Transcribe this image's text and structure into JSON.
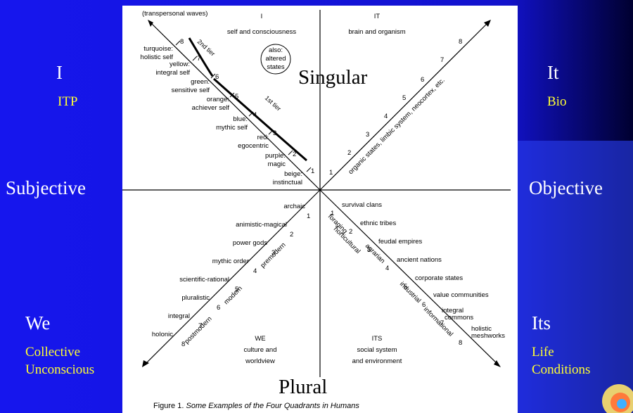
{
  "slide": {
    "upper_left": {
      "title": "I",
      "sub": "ITP"
    },
    "upper_right": {
      "title": "It",
      "sub": "Bio"
    },
    "lower_left": {
      "title": "We",
      "sub_line1": "Collective",
      "sub_line2": "Unconscious"
    },
    "lower_right": {
      "title": "Its",
      "sub_line1": "Life",
      "sub_line2": "Conditions"
    },
    "left_axis": "Subjective",
    "right_axis": "Objective",
    "top_overlay": "Singular",
    "bottom_overlay": "Plural",
    "colors": {
      "background": "#1414e6",
      "dark_corner": "#000044",
      "text": "#ffffff",
      "highlight": "#ffff33"
    }
  },
  "figure": {
    "caption_prefix": "Figure 1.",
    "caption_title": "Some Examples of the Four Quadrants in Humans",
    "quadrants": {
      "ul": {
        "letter": "I",
        "line1": "self and consciousness"
      },
      "ur": {
        "letter": "IT",
        "line1": "brain and organism"
      },
      "ll": {
        "letter": "WE",
        "line1": "culture and",
        "line2": "worldview"
      },
      "lr": {
        "letter": "ITS",
        "line1": "social system",
        "line2": "and environment"
      }
    },
    "top_note": "(transpersonal waves)",
    "also_note": [
      "also:",
      "altered",
      "states"
    ],
    "tier2": "2nd tier",
    "tier1": "1st tier",
    "ul_levels": [
      {
        "n": "1",
        "a": "beige:",
        "b": "instinctual"
      },
      {
        "n": "2",
        "a": "purple:",
        "b": "magic"
      },
      {
        "n": "3",
        "a": "red:",
        "b": "egocentric"
      },
      {
        "n": "4",
        "a": "blue:",
        "b": "mythic self"
      },
      {
        "n": "5",
        "a": "orange:",
        "b": "achiever self"
      },
      {
        "n": "6",
        "a": "green:",
        "b": "sensitive self"
      },
      {
        "n": "7",
        "a": "yellow:",
        "b": "integral self"
      },
      {
        "n": "8",
        "a": "turquoise:",
        "b": "holistic self"
      }
    ],
    "ur_numbers": [
      "1",
      "2",
      "3",
      "4",
      "5",
      "6",
      "7",
      "8"
    ],
    "ur_axis_text": "organic states, limbic system, neocortex, etc.",
    "ll_levels": [
      "archaic",
      "animistic-magical",
      "power gods",
      "mythic order",
      "scientific-rational",
      "pluralistic",
      "integral",
      "holonic"
    ],
    "ll_numbers": [
      "1",
      "2",
      "3",
      "4",
      "5",
      "6",
      "7",
      "8"
    ],
    "ll_axis_premodern": "premodern",
    "ll_axis_modern": "modern",
    "ll_axis_postmodern": "postmodern",
    "lr_levels": [
      "survival clans",
      "ethnic tribes",
      "feudal empires",
      "ancient nations",
      "corporate states",
      "value communities"
    ],
    "lr_integral": [
      "integral",
      "commons"
    ],
    "lr_holistic": [
      "holistic",
      "meshworks"
    ],
    "lr_numbers": [
      "1",
      "2",
      "3",
      "4",
      "5",
      "6",
      "7",
      "8"
    ],
    "lr_axis_foraging": "foraging",
    "lr_axis_horticultural": "horticultural",
    "lr_axis_agrarian": "agrarian",
    "lr_axis_industrial": "industrial",
    "lr_axis_informational": "informational"
  }
}
